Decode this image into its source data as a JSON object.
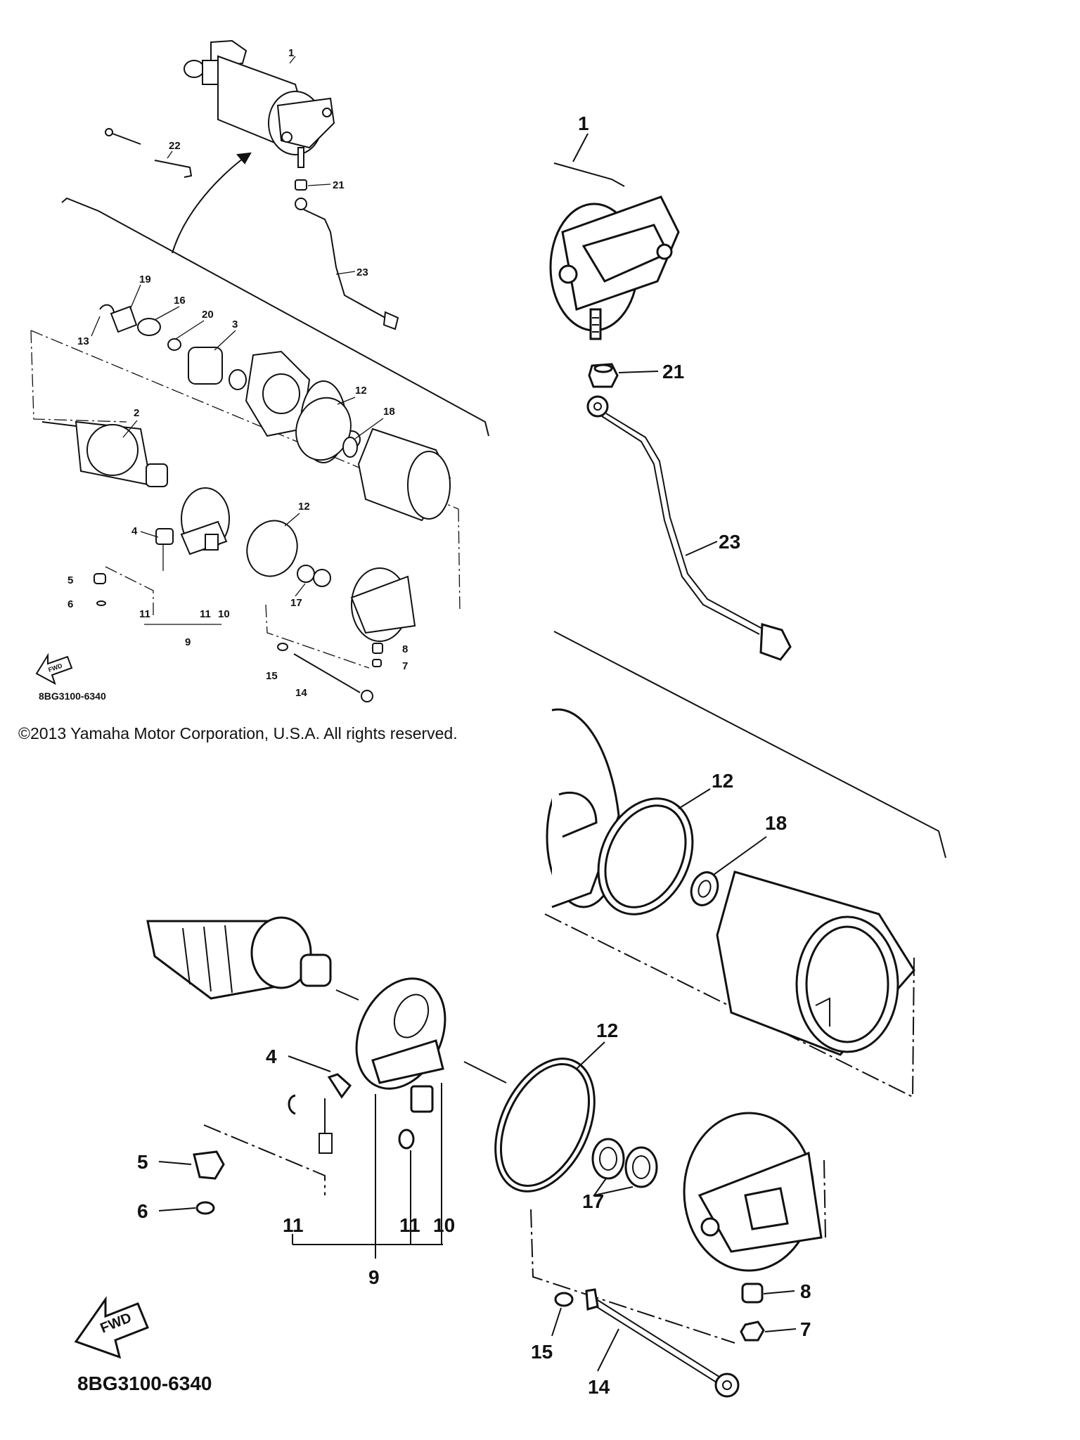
{
  "copyright": "©2013 Yamaha Motor Corporation, U.S.A. All rights reserved.",
  "diagram_code": "8BG3100-6340",
  "fwd_label": "FWD",
  "callouts": {
    "c1": "1",
    "c2": "2",
    "c3": "3",
    "c4": "4",
    "c5": "5",
    "c6": "6",
    "c7": "7",
    "c8": "8",
    "c9": "9",
    "c10": "10",
    "c11": "11",
    "c12": "12",
    "c13": "13",
    "c14": "14",
    "c15": "15",
    "c16": "16",
    "c17": "17",
    "c18": "18",
    "c19": "19",
    "c20": "20",
    "c21": "21",
    "c22": "22",
    "c23": "23"
  }
}
